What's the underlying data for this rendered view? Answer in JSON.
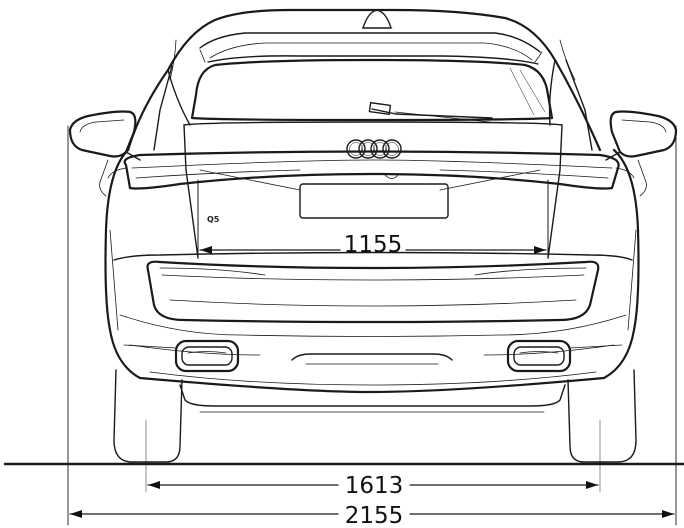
{
  "dimensions": {
    "track_width": "1155",
    "rear_track": "1613",
    "overall_width": "2155"
  },
  "badge": "Q5",
  "colors": {
    "line": "#1a1a1a",
    "background": "#ffffff"
  }
}
